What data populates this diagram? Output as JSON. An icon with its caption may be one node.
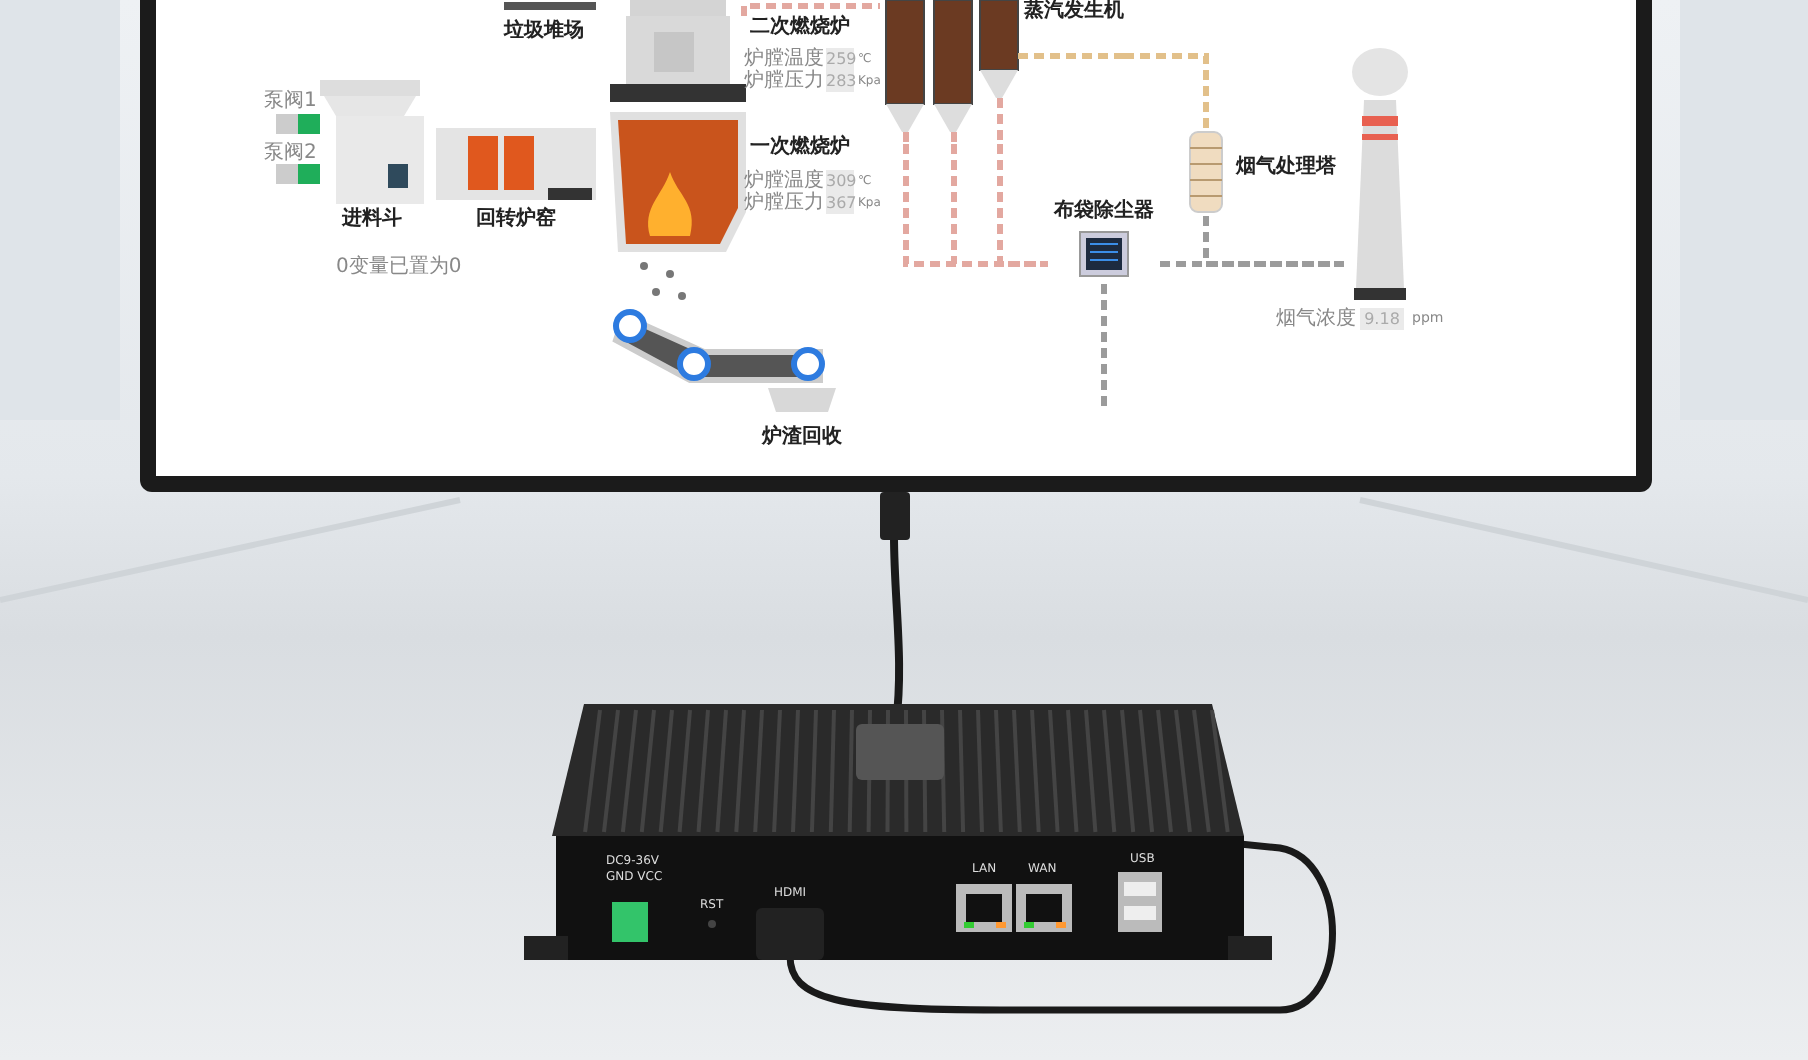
{
  "diagram": {
    "nodes": [
      {
        "text": [
          "垃圾堆场"
        ]
      },
      {
        "text": [
          "进料斗"
        ]
      },
      {
        "text": [
          "回转炉窑"
        ]
      },
      {
        "text": [
          "一次燃烧炉",
          "炉膛温度",
          "309",
          "℃",
          "炉膛压力",
          "367",
          "Kpa"
        ]
      },
      {
        "text": [
          "二次燃烧炉",
          "炉膛温度",
          "259",
          "℃",
          "炉膛压力",
          "283",
          "Kpa"
        ]
      },
      {
        "text": [
          "蒸汽发生机"
        ]
      },
      {
        "text": [
          "烟气处理塔"
        ]
      },
      {
        "text": [
          "布袋除尘器"
        ]
      },
      {
        "text": [],
        "shape": "picture"
      },
      {
        "text": [
          "炉渣回收"
        ]
      }
    ],
    "edges": [
      {
        "from": 4,
        "to": 5,
        "arrow": "none",
        "style": "dashed"
      },
      {
        "from": 5,
        "to": 7,
        "arrow": "none",
        "style": "dashed"
      },
      {
        "from": 5,
        "to": 7,
        "arrow": "none",
        "style": "dashed"
      },
      {
        "from": 5,
        "to": 7,
        "arrow": "none",
        "style": "dashed"
      },
      {
        "from": 5,
        "to": 6,
        "arrow": "none",
        "style": "dashed",
        "color": "#e2c08a"
      },
      {
        "from": 6,
        "to": 8,
        "arrow": "none",
        "style": "dashed",
        "color": "#9b9b9b"
      },
      {
        "from": 7,
        "to": 8,
        "arrow": "none",
        "style": "dashed",
        "color": "#9b9b9b"
      },
      {
        "from": 7,
        "to": null,
        "arrow": "none",
        "style": "dashed",
        "color": "#9b9b9b"
      }
    ],
    "labels": [
      "泵阀1",
      "泵阀2",
      "0变量已置为0",
      "烟气浓度",
      "9.18",
      "ppm",
      "DC9-36V",
      "GND VCC",
      "RST",
      "HDMI",
      "LAN",
      "WAN",
      "USB"
    ]
  }
}
